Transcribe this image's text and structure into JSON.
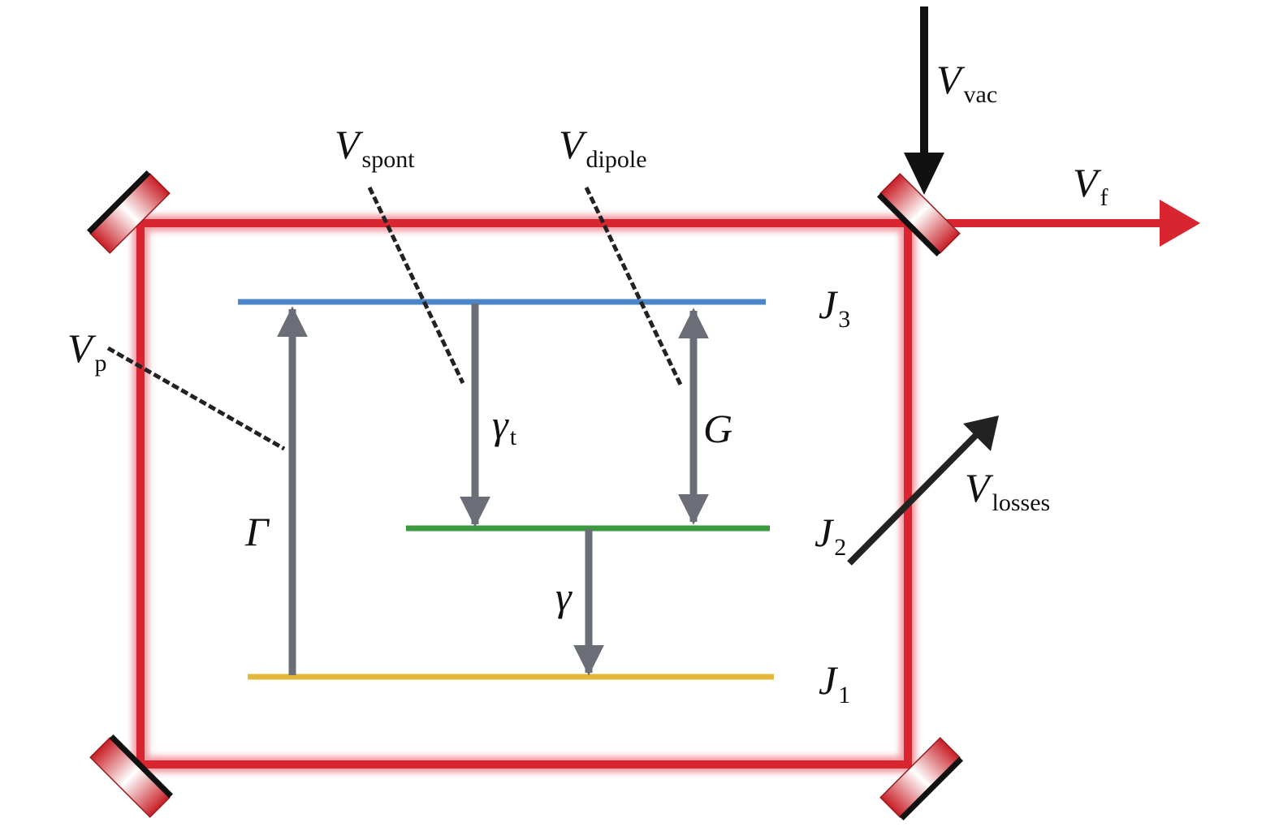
{
  "colors": {
    "cavity_beam": "#d9252f",
    "level_J3": "#4a86c8",
    "level_J2": "#3a9a3f",
    "level_J1": "#e2b73a",
    "transition_arrow": "#6b6e76",
    "vacuum_arrow": "#111111",
    "loss_arrow": "#222222",
    "mirror_coating": "#111111",
    "mirror_substrate": "#d9252f"
  },
  "icons": {
    "mirror": "mirror-icon"
  },
  "labels": {
    "V_vac": {
      "main": "V",
      "sub": "vac"
    },
    "V_spont": {
      "main": "V",
      "sub": "spont"
    },
    "V_dipole": {
      "main": "V",
      "sub": "dipole"
    },
    "V_f": {
      "main": "V",
      "sub": "f"
    },
    "V_p": {
      "main": "V",
      "sub": "p"
    },
    "V_losses": {
      "main": "V",
      "sub": "losses"
    },
    "J3": {
      "main": "J",
      "sub": "3"
    },
    "J2": {
      "main": "J",
      "sub": "2"
    },
    "J1": {
      "main": "J",
      "sub": "1"
    },
    "gamma_t": {
      "main": "γ",
      "sub": "t"
    },
    "gamma": "γ",
    "G": "G",
    "Gamma": "Γ"
  }
}
